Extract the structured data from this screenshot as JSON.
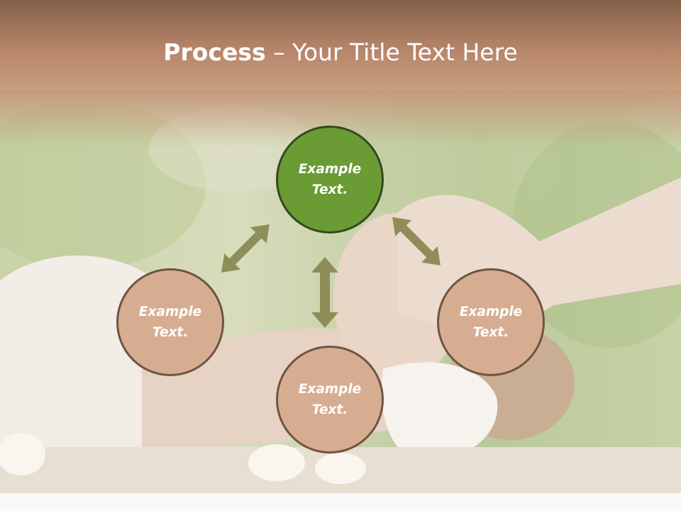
{
  "slide": {
    "title_bold": "Process",
    "title_rest": " – Your Title Text Here"
  },
  "colors": {
    "header_top": "#866049",
    "header_bottom": "#c08a6a",
    "node_fill": "#d7ad92",
    "node_border": "#6e5444",
    "node_active_fill": "#6a9b34",
    "node_active_border": "#35491f",
    "arrow": "#8b8a54"
  },
  "nodes": [
    {
      "label": "Example\nText.",
      "active": true
    },
    {
      "label": "Example\nText.",
      "active": false
    },
    {
      "label": "Example\nText.",
      "active": false
    },
    {
      "label": "Example\nText.",
      "active": false
    }
  ]
}
